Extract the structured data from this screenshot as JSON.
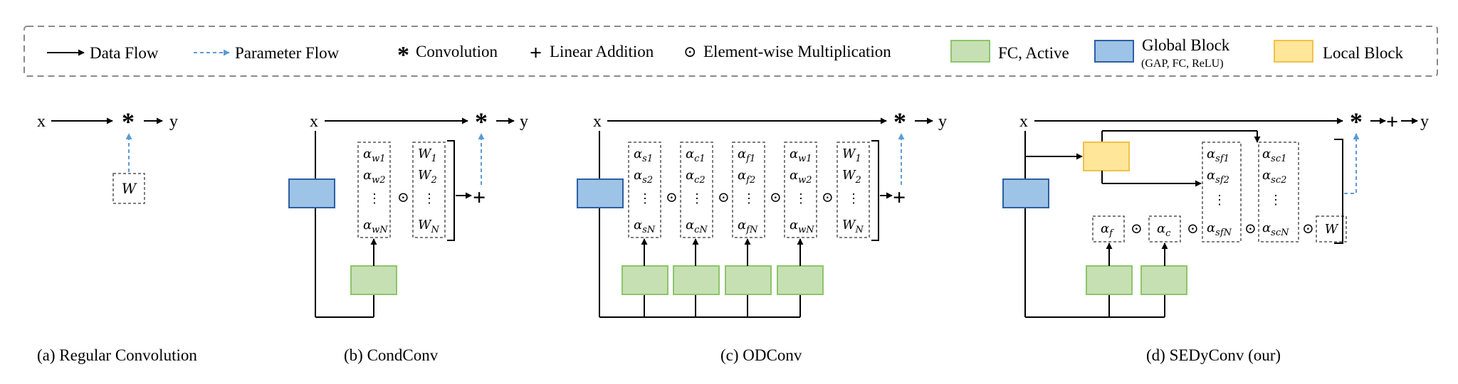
{
  "legend": {
    "data_flow": "Data Flow",
    "parameter_flow": "Parameter Flow",
    "convolution_symbol": "*",
    "convolution": "Convolution",
    "linear_addition_symbol": "+",
    "linear_addition": "Linear Addition",
    "element_wise_symbol": "⊙",
    "element_wise": "Element-wise Multiplication",
    "fc_active": "FC, Active",
    "global_block": "Global Block",
    "global_block_sub": "(GAP, FC, ReLU)",
    "local_block": "Local Block"
  },
  "symbols": {
    "x": "x",
    "y": "y",
    "conv": "*",
    "add": "+",
    "mult": "⊙",
    "vdots": "⋮"
  },
  "panels": {
    "a": {
      "caption": "(a) Regular Convolution",
      "weight": "W"
    },
    "b": {
      "caption": "(b) CondConv",
      "alpha": {
        "t1": "α",
        "s1": "w1",
        "t2": "α",
        "s2": "w2",
        "t3": "α",
        "s3": "wN"
      },
      "weights": {
        "t1": "W",
        "s1": "1",
        "t2": "W",
        "s2": "2",
        "t3": "W",
        "s3": "N"
      }
    },
    "c": {
      "caption": "(c) ODConv",
      "cols": [
        {
          "t1": "α",
          "s1": "s1",
          "t2": "α",
          "s2": "s2",
          "t3": "α",
          "s3": "sN"
        },
        {
          "t1": "α",
          "s1": "c1",
          "t2": "α",
          "s2": "c2",
          "t3": "α",
          "s3": "cN"
        },
        {
          "t1": "α",
          "s1": "f1",
          "t2": "α",
          "s2": "f2",
          "t3": "α",
          "s3": "fN"
        },
        {
          "t1": "α",
          "s1": "w1",
          "t2": "α",
          "s2": "w2",
          "t3": "α",
          "s3": "wN"
        },
        {
          "t1": "W",
          "s1": "1",
          "t2": "W",
          "s2": "2",
          "t3": "W",
          "s3": "N"
        }
      ]
    },
    "d": {
      "caption": "(d) SEDyConv (our)",
      "alpha_f": {
        "t": "α",
        "s": "f"
      },
      "alpha_c": {
        "t": "α",
        "s": "c"
      },
      "sf": {
        "t1": "α",
        "s1": "sf1",
        "t2": "α",
        "s2": "sf2",
        "t3": "α",
        "s3": "sfN"
      },
      "sc": {
        "t1": "α",
        "s1": "sc1",
        "t2": "α",
        "s2": "sc2",
        "t3": "α",
        "s3": "scN"
      },
      "weight": "W"
    }
  },
  "colors": {
    "fc_fill": "#c6e0b4",
    "fc_stroke": "#8cc56a",
    "global_fill": "#9dc3e6",
    "global_stroke": "#2e5fa3",
    "local_fill": "#ffe699",
    "local_stroke": "#f0c24a",
    "param_flow": "#5b9bd5"
  }
}
